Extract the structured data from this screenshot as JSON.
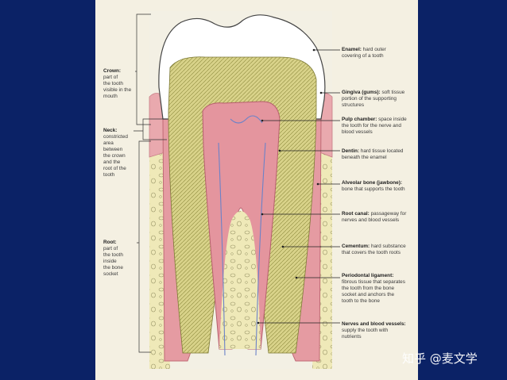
{
  "labels": {
    "crown": {
      "term": "Crown:",
      "desc": [
        "part of",
        "the tooth",
        "visible in the",
        "mouth"
      ]
    },
    "neck": {
      "term": "Neck:",
      "desc": [
        "constricted",
        "area",
        "between",
        "the crown",
        "and the",
        "root of the",
        "tooth"
      ]
    },
    "root": {
      "term": "Root:",
      "desc": [
        "part of",
        "the tooth",
        "inside",
        "the bone",
        "socket"
      ]
    },
    "enamel": {
      "term": "Enamel:",
      "desc": [
        "hard outer",
        "covering of a tooth"
      ]
    },
    "gingiva": {
      "term": "Gingiva (gums):",
      "desc": [
        "soft tissue",
        "portion of the supporting",
        "structures"
      ]
    },
    "pulp": {
      "term": "Pulp chamber:",
      "desc": [
        "space inside",
        "the tooth for the nerve and",
        "blood vessels"
      ]
    },
    "dentin": {
      "term": "Dentin:",
      "desc": [
        "hard tissue located",
        "beneath the enamel"
      ]
    },
    "alveolar": {
      "term": "Alveolar bone (jawbone):",
      "desc": [
        "bone that supports the tooth"
      ]
    },
    "canal": {
      "term": "Root canal:",
      "desc": [
        "passageway for",
        "nerves and blood vessels"
      ]
    },
    "cementum": {
      "term": "Cementum:",
      "desc": [
        "hard substance",
        "that covers the tooth roots"
      ]
    },
    "ligament": {
      "term": "Periodontal ligament:",
      "desc": [
        "fibrous tissue that separates",
        "the tooth from the bone",
        "socket and anchors the",
        "tooth to the bone"
      ]
    },
    "nerves": {
      "term": "Nerves and blood vessels:",
      "desc": [
        "supply the tooth with",
        "nutrients"
      ]
    }
  },
  "watermark": "知乎 @麦文学",
  "colors": {
    "background": "#0b2266",
    "panel": "#f4f0e2",
    "dentin": "#d9d28a",
    "gum": "#e9a9ae",
    "bone": "#efe9b8",
    "enamel": "#ffffff"
  }
}
